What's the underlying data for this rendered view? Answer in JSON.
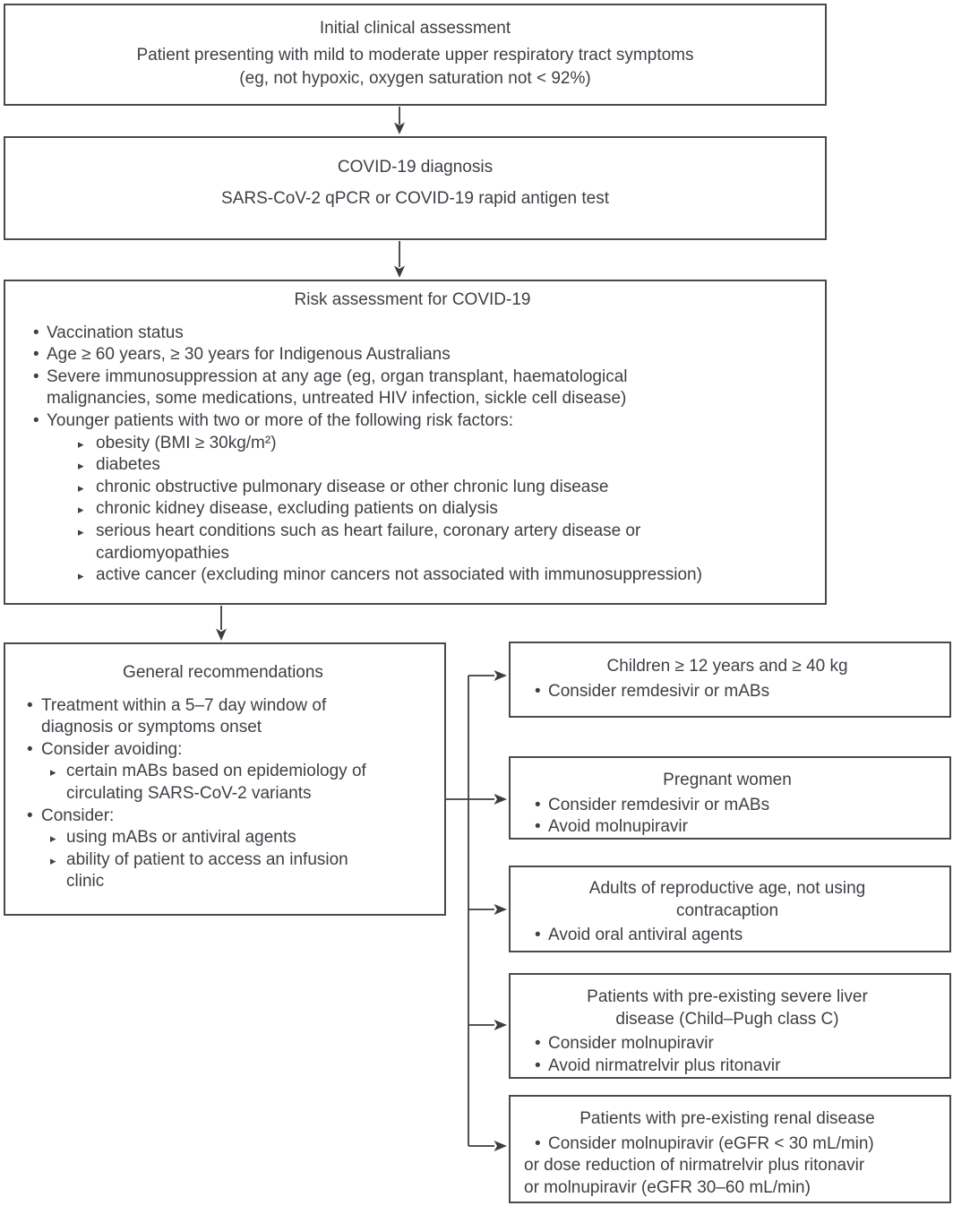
{
  "palette": {
    "background": "#ffffff",
    "text_color": "#3d4045",
    "border_color": "#484a4d",
    "line_color": "#3b3d40"
  },
  "markers": {
    "b": "•",
    "s": "▸"
  },
  "boxes": {
    "initial": {
      "lines": [
        {
          "level": "t",
          "text": "Initial clinical assessment"
        },
        {
          "level": "c",
          "text": "Patient presenting with mild to moderate upper respiratory tract symptoms"
        },
        {
          "level": "c",
          "text": "(eg, not hypoxic, oxygen saturation not < 92%)"
        }
      ]
    },
    "diagnosis": {
      "lines": [
        {
          "level": "t",
          "text": "COVID-19 diagnosis"
        },
        {
          "level": "c",
          "text": "SARS-CoV-2 qPCR or COVID-19 rapid antigen test"
        }
      ]
    },
    "risk": {
      "lines": [
        {
          "level": "t",
          "text": "Risk assessment for COVID-19"
        },
        {
          "level": "b",
          "text": "Vaccination status"
        },
        {
          "level": "b",
          "text": "Age ≥ 60 years, ≥ 30 years for Indigenous Australians"
        },
        {
          "level": "b",
          "text": "Severe immunosuppression at any age (eg, organ transplant, haematological"
        },
        {
          "level": "bc",
          "text": "malignancies, some medications, untreated HIV infection, sickle cell disease)"
        },
        {
          "level": "b",
          "text": "Younger patients with two or more of the following risk factors:"
        },
        {
          "level": "s",
          "text": "obesity (BMI ≥ 30kg/m²)"
        },
        {
          "level": "s",
          "text": "diabetes"
        },
        {
          "level": "s",
          "text": "chronic obstructive pulmonary disease or other chronic lung disease"
        },
        {
          "level": "s",
          "text": "chronic kidney disease, excluding patients on dialysis"
        },
        {
          "level": "s",
          "text": "serious heart conditions such as heart failure, coronary artery disease or"
        },
        {
          "level": "sc",
          "text": "cardiomyopathies"
        },
        {
          "level": "s",
          "text": "active cancer (excluding minor cancers not associated with immunosuppression)"
        }
      ]
    },
    "general": {
      "lines": [
        {
          "level": "t",
          "text": "General recommendations"
        },
        {
          "level": "b",
          "text": "Treatment within a 5–7 day window of"
        },
        {
          "level": "bc",
          "text": "diagnosis or symptoms onset"
        },
        {
          "level": "b",
          "text": "Consider avoiding:"
        },
        {
          "level": "s",
          "text": "certain mABs based on epidemiology of"
        },
        {
          "level": "sc",
          "text": "circulating SARS-CoV-2 variants"
        },
        {
          "level": "b",
          "text": "Consider:"
        },
        {
          "level": "s",
          "text": "using mABs or antiviral agents"
        },
        {
          "level": "s",
          "text": "ability of patient to access an infusion"
        },
        {
          "level": "sc",
          "text": "clinic"
        }
      ]
    },
    "children": {
      "lines": [
        {
          "level": "t",
          "text": "Children ≥ 12 years and ≥ 40 kg"
        },
        {
          "level": "b",
          "text": "Consider remdesivir or mABs"
        }
      ]
    },
    "pregnant": {
      "lines": [
        {
          "level": "t",
          "text": "Pregnant women"
        },
        {
          "level": "b",
          "text": "Consider remdesivir or mABs"
        },
        {
          "level": "b",
          "text": "Avoid molnupiravir"
        }
      ]
    },
    "adults": {
      "lines": [
        {
          "level": "t",
          "text": "Adults of reproductive age, not using"
        },
        {
          "level": "t",
          "text": "contracaption"
        },
        {
          "level": "b",
          "text": "Avoid oral antiviral agents"
        }
      ]
    },
    "liver": {
      "lines": [
        {
          "level": "t",
          "text": "Patients with pre-existing severe liver"
        },
        {
          "level": "t",
          "text": "disease (Child–Pugh class C)"
        },
        {
          "level": "b",
          "text": "Consider molnupiravir"
        },
        {
          "level": "b",
          "text": "Avoid nirmatrelvir plus ritonavir"
        }
      ]
    },
    "renal": {
      "lines": [
        {
          "level": "t",
          "text": "Patients with pre-existing renal disease"
        },
        {
          "level": "b",
          "text": "Consider molnupiravir (eGFR < 30 mL/min)"
        },
        {
          "level": "x",
          "text": "or dose reduction of nirmatrelvir plus ritonavir"
        },
        {
          "level": "x",
          "text": "or molnupiravir (eGFR 30–60 mL/min)"
        }
      ]
    }
  }
}
